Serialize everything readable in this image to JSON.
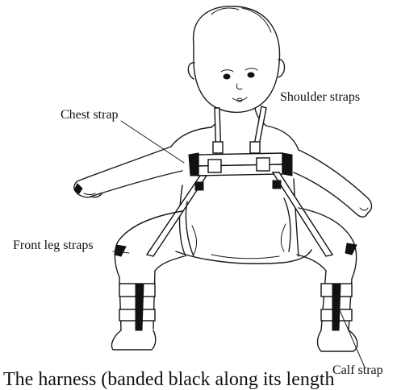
{
  "figure": {
    "labels": {
      "chest_strap": "Chest strap",
      "shoulder_straps": "Shoulder straps",
      "front_leg_straps": "Front leg straps",
      "calf_strap": "Calf strap"
    },
    "caption_fragment": "The harness (banded black along its length"
  }
}
